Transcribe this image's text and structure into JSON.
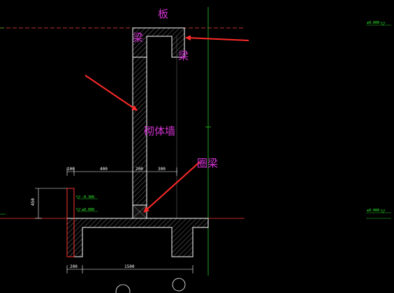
{
  "labels": {
    "slab": "板",
    "beam_left": "梁",
    "beam_right": "梁",
    "masonry_wall": "砌体墙",
    "ring_beam": "圈梁"
  },
  "dimensions": {
    "top_left": "100",
    "top_mid": "400",
    "top_wall": "200",
    "top_right": "300",
    "height": "450",
    "bottom_left": "200",
    "bottom_mid": "1500"
  },
  "levels": {
    "level_upper": "-0.300",
    "level_lower": "±0.000",
    "right_top": "±0.000",
    "right_bottom": "±0.000"
  },
  "colors": {
    "background": "#000000",
    "outline": "#ffffff",
    "label": "#d633d6",
    "arrow": "#ff2a2a",
    "axis_green": "#22cc22",
    "level_line": "#ff3333",
    "slab_dash": "#ff4444"
  }
}
